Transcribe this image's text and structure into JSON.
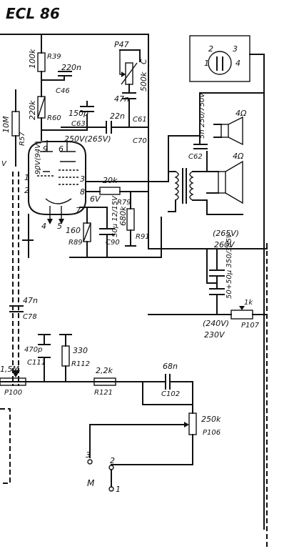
{
  "title": "ECL 86",
  "components": {
    "r39": {
      "value": "100k",
      "ref": "R39"
    },
    "c46": {
      "value": "220n",
      "ref": "C46"
    },
    "r60": {
      "value": "220k",
      "ref": "R60"
    },
    "r57": {
      "value": "10M",
      "ref": "R57"
    },
    "c63": {
      "value": "150p",
      "ref": "C63"
    },
    "p47": {
      "value": "500k",
      "ref": "P47",
      "tag": "C"
    },
    "r61": {
      "value": "47n",
      "ref": "C61"
    },
    "c70": {
      "value": "22n",
      "ref": "C70"
    },
    "supply_top": "250V(265V)",
    "anode_v": "90V(94V)",
    "r79": {
      "value": "20k",
      "ref": "R79"
    },
    "cathode_v": "6V",
    "c90": {
      "value": "50µ 12/15V",
      "ref": "C90"
    },
    "r91": {
      "value": "680k",
      "ref": "R91"
    },
    "r89": {
      "value": "160",
      "ref": "R89"
    },
    "c62": {
      "value": "5n 250/750V",
      "ref": "C62"
    },
    "spk1": "4Ω",
    "spk2": "4Ω",
    "c78": {
      "value": "47n",
      "ref": "C78"
    },
    "c111": {
      "value": "470p",
      "ref": "C111"
    },
    "r112": {
      "value": "330",
      "ref": "R112"
    },
    "p100": {
      "value": "1,5M",
      "ref": "P100"
    },
    "r121": {
      "value": "2,2k",
      "ref": "R121"
    },
    "c102": {
      "value": "68n",
      "ref": "C102"
    },
    "p106": {
      "value": "250k",
      "ref": "P106"
    },
    "elko": "50+50µ 350/385V",
    "p107": {
      "value": "1k",
      "ref": "P107"
    },
    "v265": "(265V)",
    "v260": "260V",
    "v240": "(240V)",
    "v230": "230V",
    "pins": [
      "1",
      "2",
      "3",
      "4",
      "5",
      "6",
      "7",
      "8",
      "9"
    ],
    "jack": {
      "p1": "1",
      "p2": "2",
      "p3": "3",
      "p4": "4"
    },
    "mic": {
      "p3": "3",
      "p2": "2",
      "label": "M",
      "p1": "1"
    },
    "edge_v": "V"
  }
}
